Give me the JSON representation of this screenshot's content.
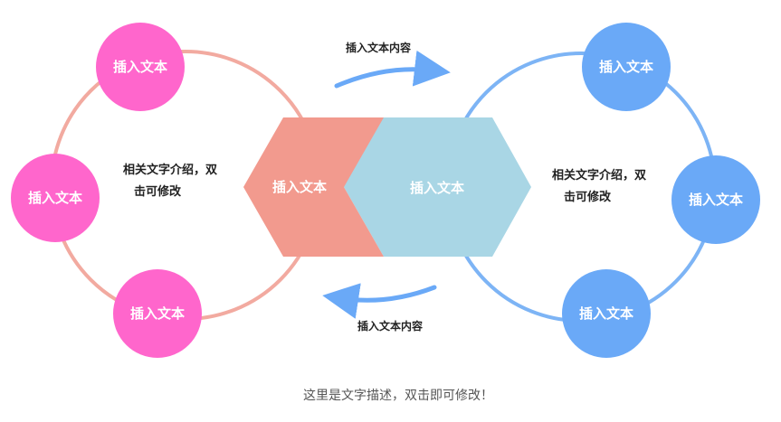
{
  "colors": {
    "pink_node": "#ff66cc",
    "pink_ring": "#f2aaa0",
    "blue_node": "#6aa9f7",
    "blue_ring": "#7db4f5",
    "hex_left": "#f29a8e",
    "hex_right": "#a9d6e5",
    "arrow": "#6aa9f7"
  },
  "left_group": {
    "nodes": [
      "插入文本",
      "插入文本",
      "插入文本"
    ],
    "description_lines": [
      "相关文字介绍，双",
      "击可修改"
    ]
  },
  "right_group": {
    "nodes": [
      "插入文本",
      "插入文本",
      "插入文本"
    ],
    "description_lines": [
      "相关文字介绍，双",
      "击可修改"
    ]
  },
  "hexagons": {
    "left_label": "插入文本",
    "right_label": "插入文本"
  },
  "arrows": {
    "top_label": "插入文本内容",
    "bottom_label": "插入文本内容"
  },
  "caption": "这里是文字描述，双击即可修改！"
}
